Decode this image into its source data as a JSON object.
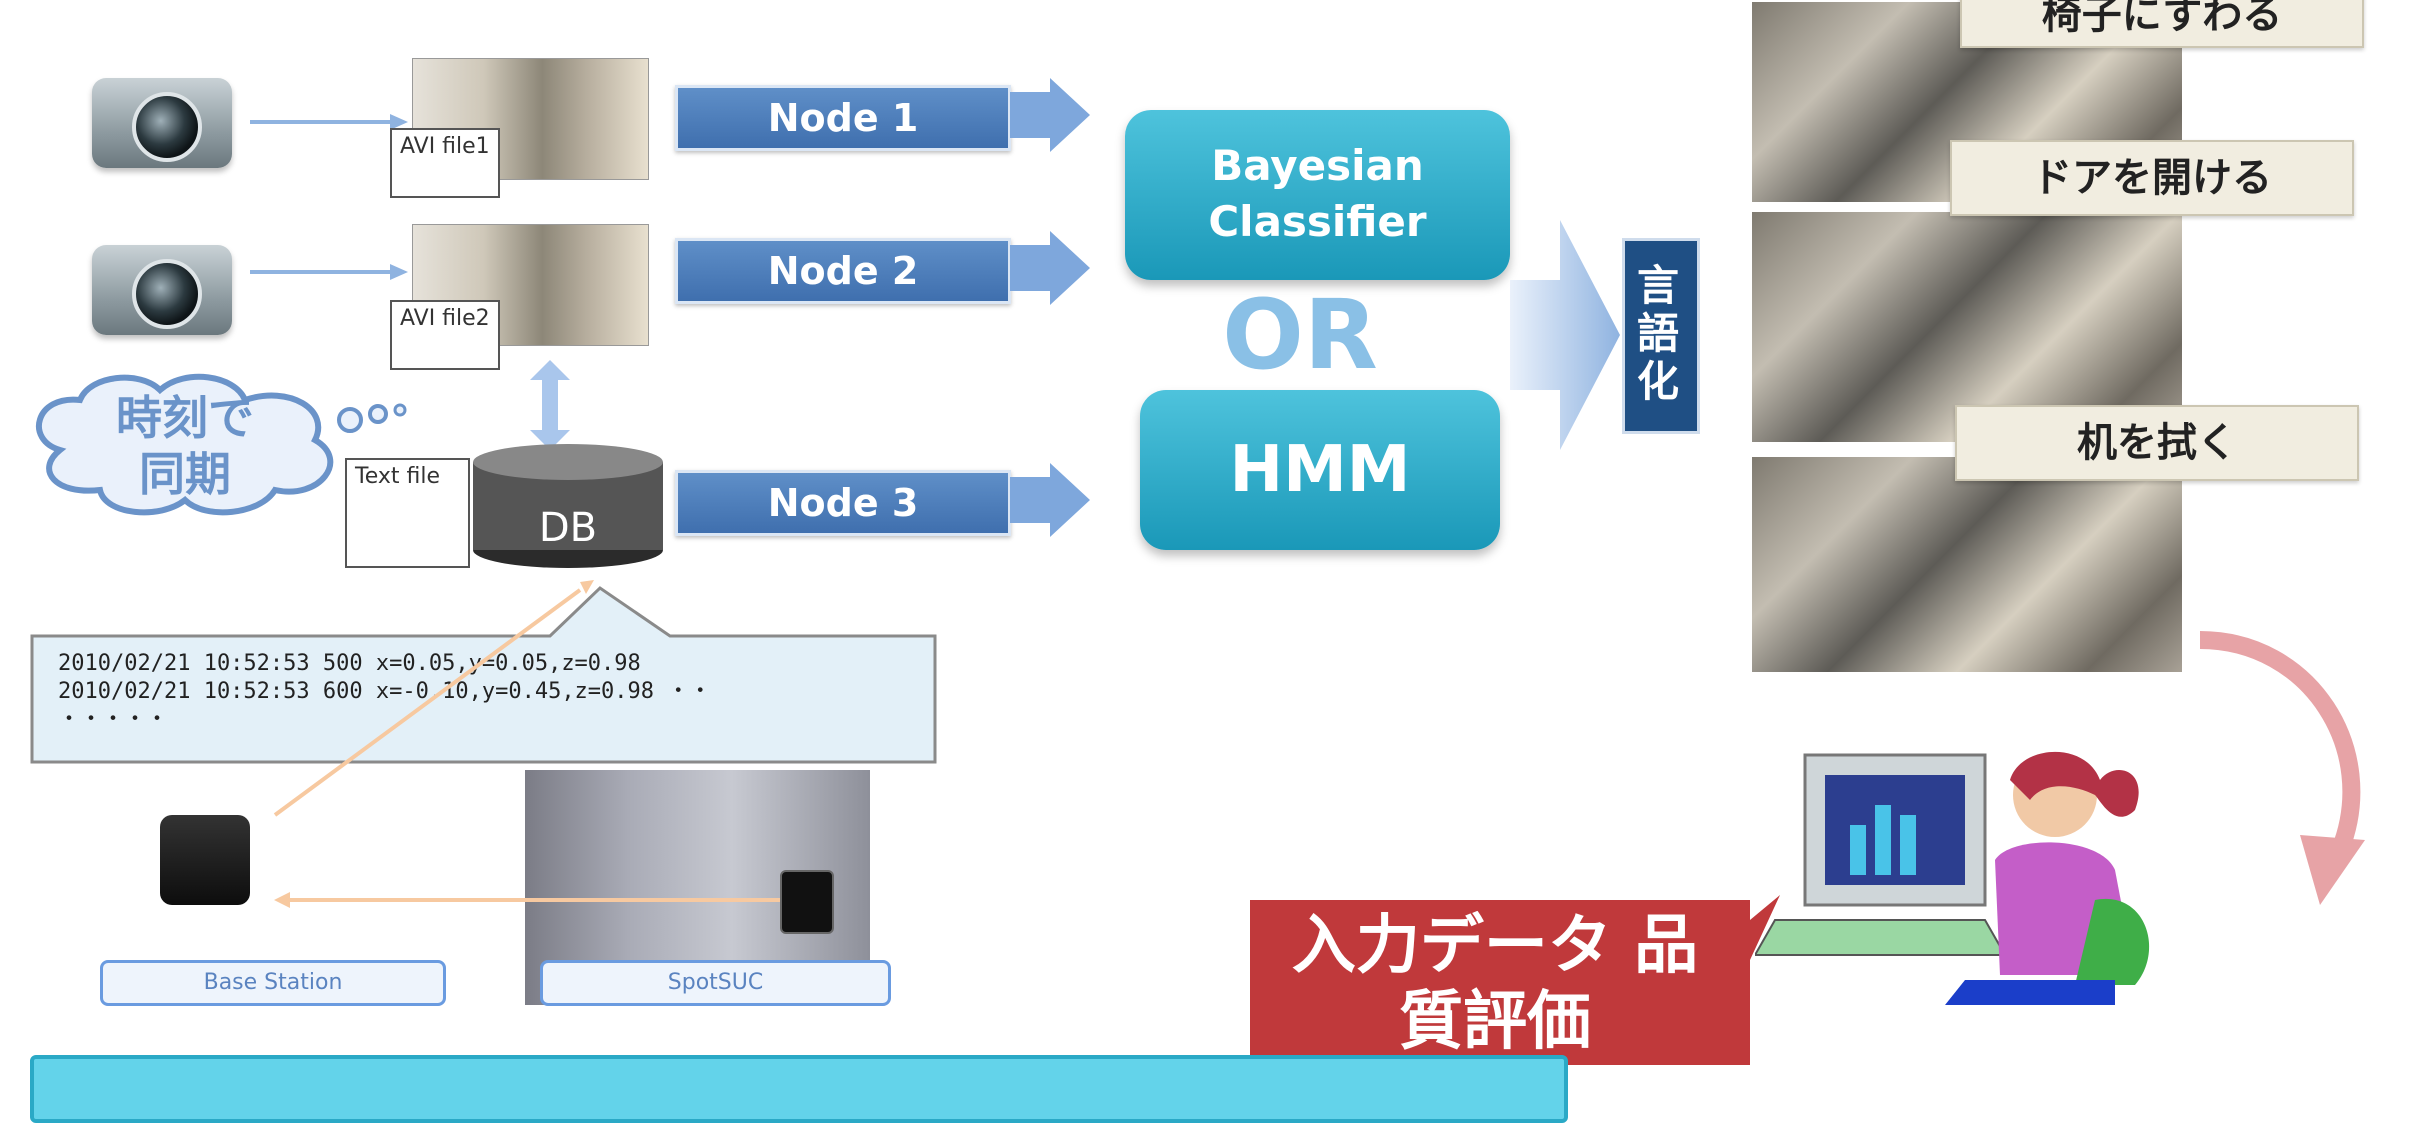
{
  "nodes": [
    "Node 1",
    "Node 2",
    "Node 3"
  ],
  "files": [
    "AVI file1",
    "AVI file2"
  ],
  "text_file": "Text file",
  "db_label": "DB",
  "cloud_label": "時刻で 同期",
  "classifiers": {
    "bayesian": "Bayesian Classifier",
    "or": "OR",
    "hmm": "HMM"
  },
  "verbalize_label": "言語化",
  "activities": [
    "椅子にすわる",
    "ドアを開ける",
    "机を拭く"
  ],
  "log_lines": [
    "2010/02/21 10:52:53 500 x=0.05,y=0.05,z=0.98",
    "2010/02/21 10:52:53 600 x=-0.10,y=0.45,z=0.98 ・・",
    "・・・・・"
  ],
  "devices": {
    "base_station": "Base Station",
    "spot": "SpotSUC"
  },
  "evaluation_label": "入力データ 品質評価",
  "colors": {
    "node_blue": "#4a7dbe",
    "classifier_teal": "#26a5c4",
    "verbalize_navy": "#1f4f84",
    "eval_red": "#c0393b",
    "bottom_bar": "#63d3ea"
  }
}
